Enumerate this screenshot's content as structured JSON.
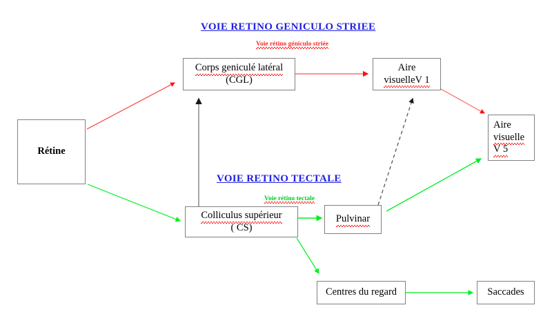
{
  "diagram": {
    "type": "flowchart",
    "language": "fr",
    "titles": [
      {
        "id": "title-retino-geniculo-striee",
        "text": "VOIE RETINO GENICULO STRIEE",
        "color": "#2020e0",
        "underline": true
      },
      {
        "id": "title-retino-tectale",
        "text": "VOIE RETINO TECTALE",
        "color": "#2020e0",
        "underline": true
      }
    ],
    "subtitles": [
      {
        "id": "subtitle-retino-geniculo-striee",
        "text": "Voie rétino géniculo striée",
        "color": "#ff2a2a"
      },
      {
        "id": "subtitle-retino-tectale",
        "text": "Voie rétino tectale",
        "color": "#00cc22"
      }
    ],
    "nodes": [
      {
        "id": "retine",
        "lines": [
          "Rétine"
        ],
        "bold": true,
        "align": "center"
      },
      {
        "id": "cgl",
        "lines": [
          "Corps geniculé latéral",
          "(CGL)"
        ],
        "bold": false,
        "align": "center"
      },
      {
        "id": "v1",
        "lines": [
          "Aire",
          "visuelleV 1"
        ],
        "bold": false,
        "align": "center"
      },
      {
        "id": "v5",
        "lines": [
          "Aire",
          "visuelle",
          "V 5"
        ],
        "bold": false,
        "align": "left"
      },
      {
        "id": "cs",
        "lines": [
          "Colliculus supérieur",
          "( CS)"
        ],
        "bold": false,
        "align": "center"
      },
      {
        "id": "pulvinar",
        "lines": [
          "Pulvinar"
        ],
        "bold": false,
        "align": "center"
      },
      {
        "id": "centres",
        "lines": [
          "Centres du regard"
        ],
        "bold": false,
        "align": "center"
      },
      {
        "id": "saccades",
        "lines": [
          "Saccades"
        ],
        "bold": false,
        "align": "center"
      }
    ],
    "edges": [
      {
        "id": "edge-retine-cgl",
        "from": "retine",
        "to": "cgl",
        "color": "#ff2020",
        "style": "solid"
      },
      {
        "id": "edge-cgl-v1",
        "from": "cgl",
        "to": "v1",
        "color": "#ff4040",
        "style": "solid"
      },
      {
        "id": "edge-v1-v5",
        "from": "v1",
        "to": "v5",
        "color": "#ff4040",
        "style": "solid"
      },
      {
        "id": "edge-retine-cs",
        "from": "retine",
        "to": "cs",
        "color": "#00ee22",
        "style": "solid"
      },
      {
        "id": "edge-cs-cgl",
        "from": "cs",
        "to": "cgl",
        "color": "#888888",
        "style": "solid"
      },
      {
        "id": "edge-cs-pulvinar",
        "from": "cs",
        "to": "pulvinar",
        "color": "#00ee22",
        "style": "solid"
      },
      {
        "id": "edge-pulvinar-v5",
        "from": "pulvinar",
        "to": "v5",
        "color": "#00ee22",
        "style": "solid"
      },
      {
        "id": "edge-pulvinar-v1",
        "from": "pulvinar",
        "to": "v1",
        "color": "#333333",
        "style": "dashed"
      },
      {
        "id": "edge-cs-centres",
        "from": "cs",
        "to": "centres",
        "color": "#00ee22",
        "style": "solid"
      },
      {
        "id": "edge-centres-saccades",
        "from": "centres",
        "to": "saccades",
        "color": "#00ee22",
        "style": "solid"
      }
    ],
    "colors": {
      "title": "#2020e0",
      "subtitle_red": "#ff2a2a",
      "subtitle_green": "#00cc22",
      "arrow_red": "#ff2020",
      "arrow_green": "#00ee22",
      "arrow_gray": "#888888",
      "arrow_dashed": "#333333",
      "box_border": "#808080",
      "spellcheck_underline": "#ff2020"
    }
  }
}
